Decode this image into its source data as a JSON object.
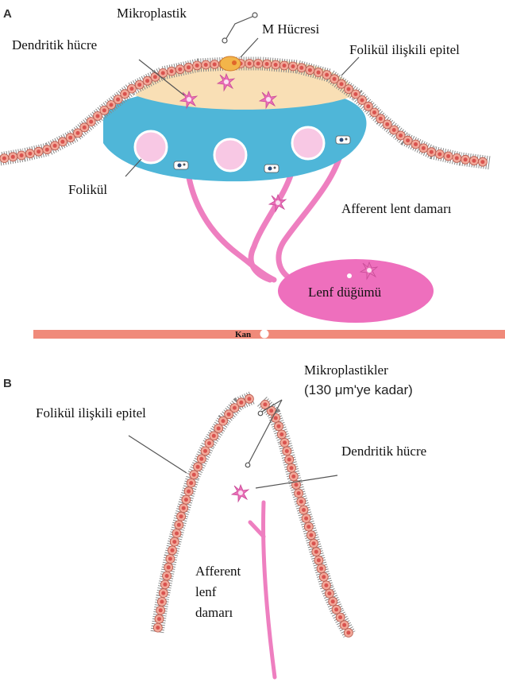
{
  "panel_a": {
    "letter": "A",
    "labels": {
      "mikroplastik": "Mikroplastik",
      "m_hucresi": "M Hücresi",
      "dendritik_hucre": "Dendritik hücre",
      "folikul_epitel": "Folikül ilişkili epitel",
      "folikul": "Folikül",
      "afferent_lent": "Afferent lent damarı",
      "lenf_dugumu": "Lenf düğümü",
      "kan": "Kan"
    }
  },
  "panel_b": {
    "letter": "B",
    "labels": {
      "mikroplastikler_1": "Mikroplastikler",
      "mikroplastikler_2": "(130 μm'ye kadar)",
      "folikul_epitel": "Folikül ilişkili epitel",
      "dendritik_hucre": "Dendritik hücre",
      "afferent_1": "Afferent",
      "afferent_2": "lenf",
      "afferent_3": "damarı"
    }
  },
  "colors": {
    "epithelium_cell": "#f2a99a",
    "epithelium_nucleus": "#d9534f",
    "dome": "#f9dfb5",
    "follicle_zone": "#4fb6d8",
    "follicle": "#f8c8e4",
    "lymph": "#ee7fc0",
    "lymph_node": "#ee6fbd",
    "blood_vessel": "#f08a7a",
    "dendritic": "#ea6fb8"
  }
}
